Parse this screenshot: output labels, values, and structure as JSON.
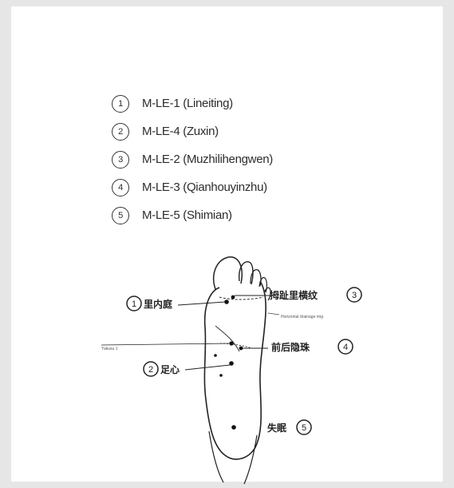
{
  "legend": [
    {
      "num": "1",
      "code": "M-LE-1 (Lineiting)"
    },
    {
      "num": "2",
      "code": "M-LE-4 (Zuxin)"
    },
    {
      "num": "3",
      "code": "M-LE-2 (Muzhilihengwen)"
    },
    {
      "num": "4",
      "code": "M-LE-3 (Qianhouyinzhu)"
    },
    {
      "num": "5",
      "code": "M-LE-5 (Shimian)"
    }
  ],
  "callouts": {
    "p1": {
      "num": "1",
      "label": "里内庭"
    },
    "p2": {
      "num": "2",
      "label": "足心"
    },
    "p3": {
      "num": "3",
      "label": "拇趾里横纹"
    },
    "p4": {
      "num": "4",
      "label": "前后隐珠"
    },
    "p5": {
      "num": "5",
      "label": "失眠"
    }
  },
  "small_labels": {
    "right": "Horizontal drainage ring",
    "left": "Yakusu 1"
  }
}
